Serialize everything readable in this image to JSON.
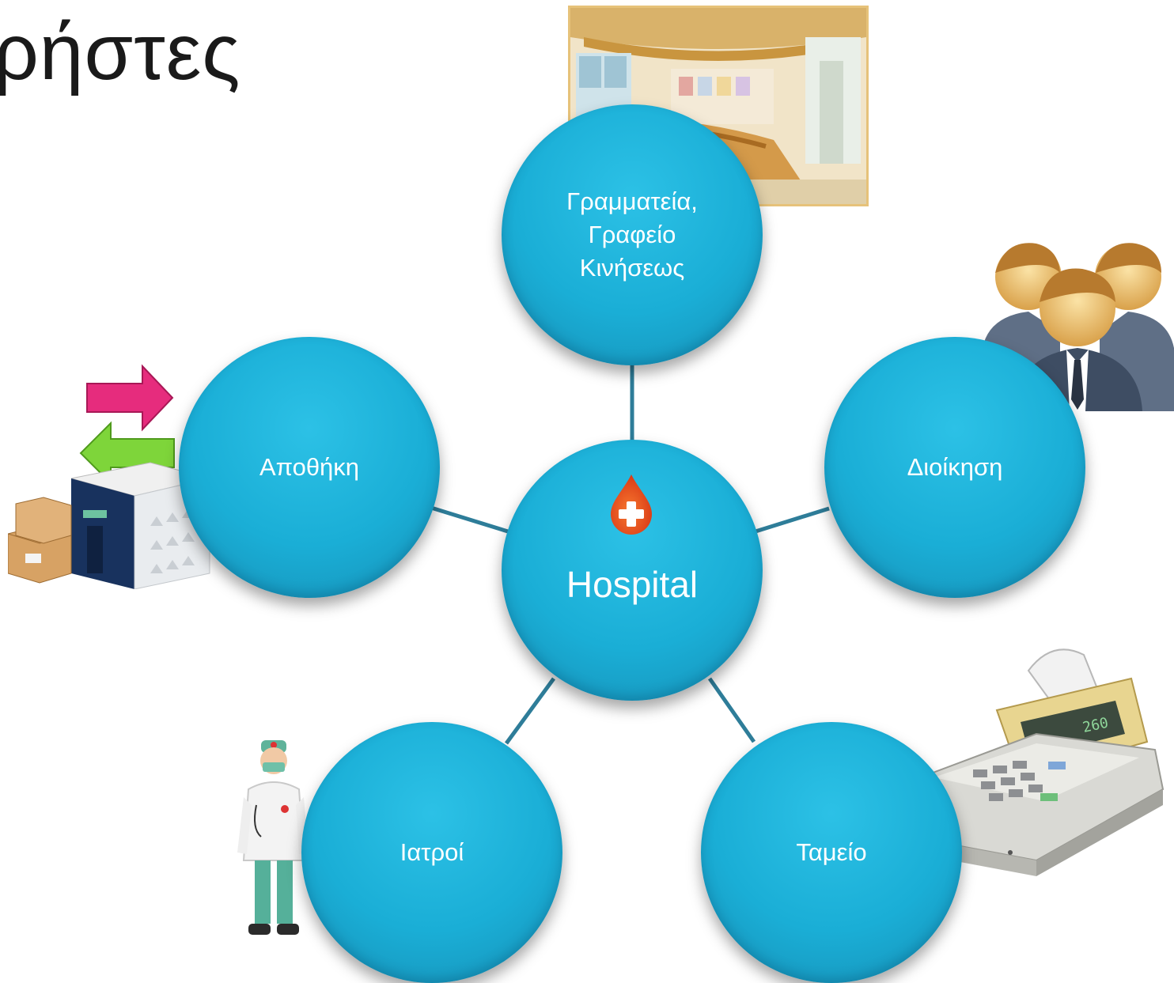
{
  "slide": {
    "title": "ρήστες"
  },
  "hub": {
    "label": "Hospital",
    "icon": "blood-drop-cross-icon"
  },
  "nodes": [
    {
      "label": "Γραμματεία,\nΓραφείο\nΚινήσεως",
      "image": "reception-desk-photo"
    },
    {
      "label": "Διοίκηση",
      "image": "business-people-icon"
    },
    {
      "label": "Ταμείο",
      "image": "cash-register-icon"
    },
    {
      "label": "Ιατροί",
      "image": "doctor-photo"
    },
    {
      "label": "Αποθήκη",
      "image": "warehouse-boxes-icon"
    }
  ],
  "colors": {
    "node": "#1aaed6",
    "connector": "#2e7d99",
    "text": "#ffffff"
  }
}
